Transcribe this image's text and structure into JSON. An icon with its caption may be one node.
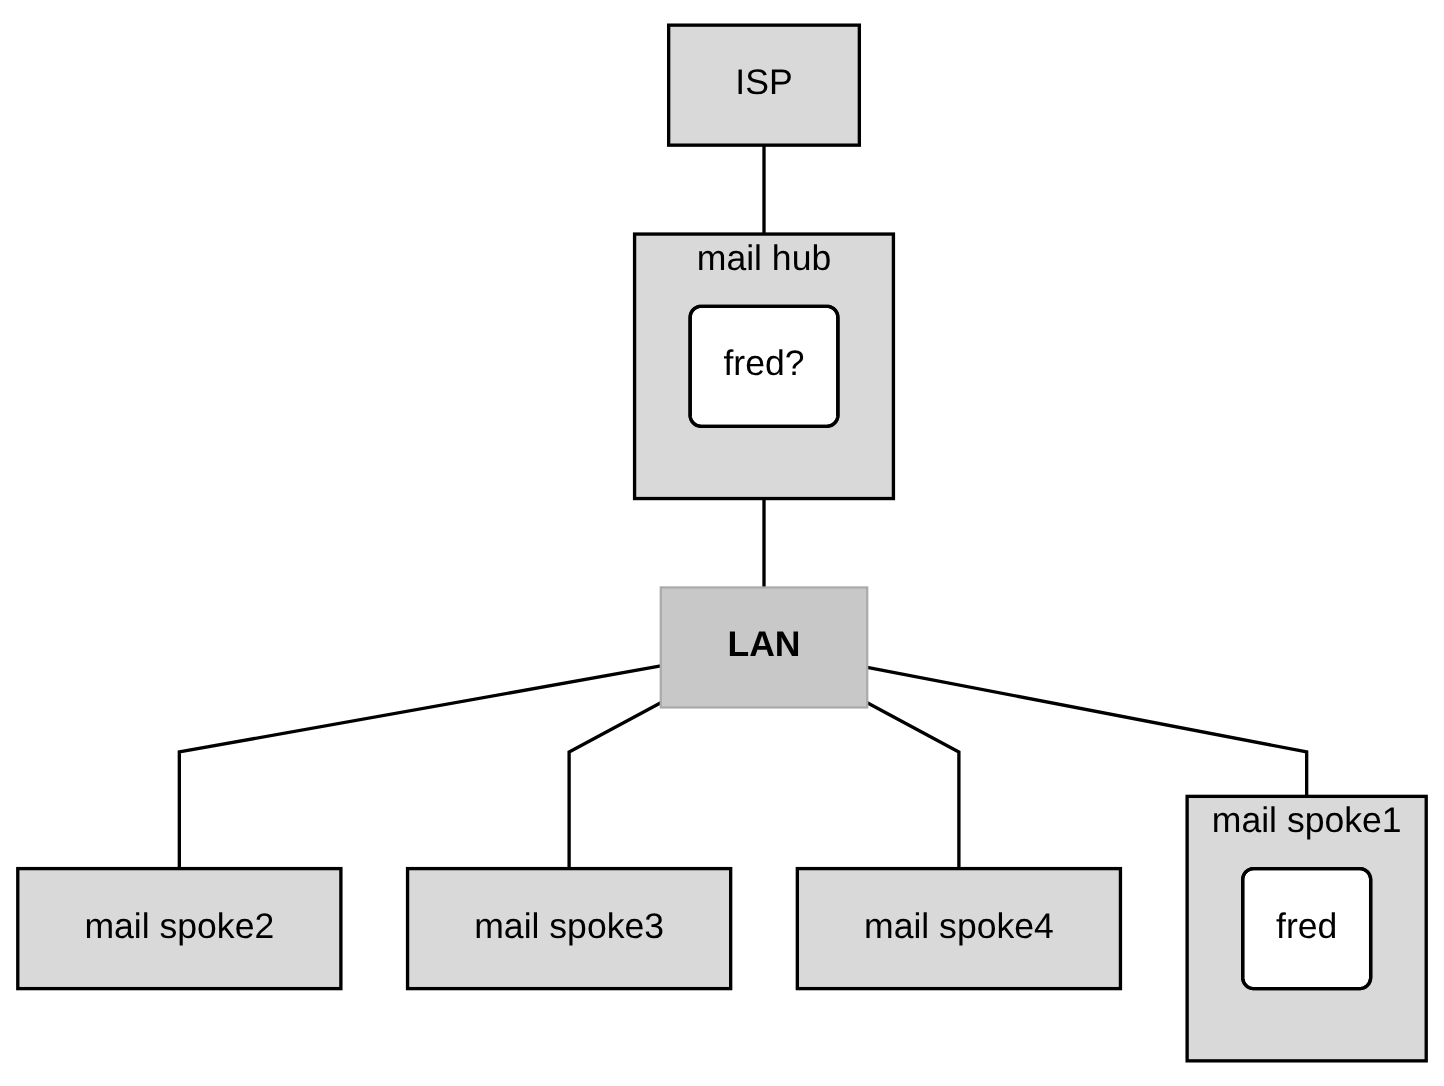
{
  "diagram": {
    "nodes": [
      {
        "text": [
          "ISP"
        ]
      },
      {
        "text": [
          "mail hub"
        ]
      },
      {
        "text": [
          "fred?"
        ],
        "in": 1
      },
      {
        "text": [
          "LAN"
        ]
      },
      {
        "text": [
          "mail spoke1"
        ]
      },
      {
        "text": [
          "fred"
        ],
        "in": 4
      },
      {
        "text": [
          "mail spoke2"
        ]
      },
      {
        "text": [
          "mail spoke3"
        ]
      },
      {
        "text": [
          "mail spoke4"
        ]
      }
    ],
    "edges": [
      {
        "from": 0,
        "to": 1,
        "arrow": "none"
      },
      {
        "from": 1,
        "to": 3,
        "arrow": "none"
      },
      {
        "from": 3,
        "to": 4,
        "arrow": "none"
      },
      {
        "from": 3,
        "to": 6,
        "arrow": "none"
      },
      {
        "from": 3,
        "to": 7,
        "arrow": "none"
      },
      {
        "from": 3,
        "to": 8,
        "arrow": "none"
      }
    ]
  }
}
